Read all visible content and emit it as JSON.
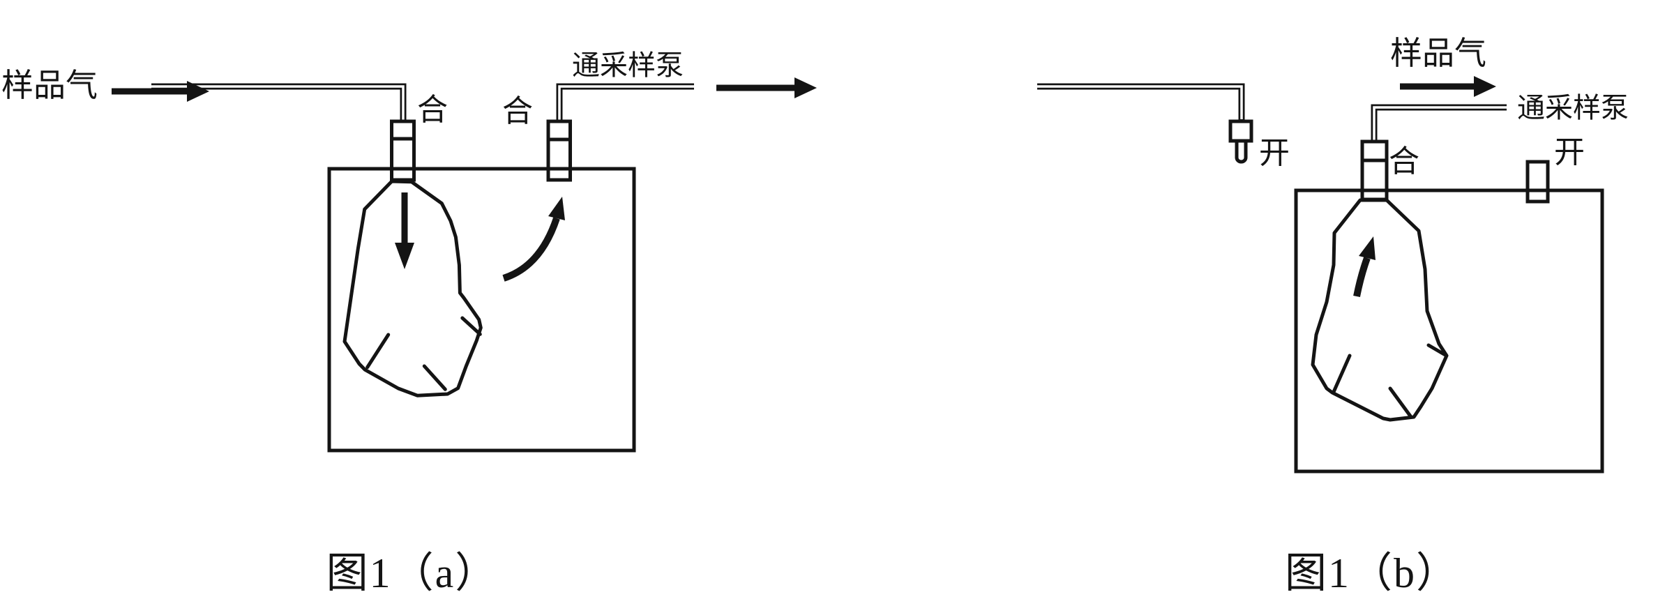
{
  "page": {
    "background": "#ffffff",
    "line_color": "#141414"
  },
  "figure_a": {
    "caption": "图1（a）",
    "sample_gas_label": "样品气",
    "inlet_valve_label": "合",
    "outlet_valve_label": "合",
    "pump_label": "通采样泵"
  },
  "figure_b": {
    "caption": "图1（b）",
    "sample_gas_label": "样品气",
    "disconnected_valve_label": "开",
    "bag_valve_label": "合",
    "vent_valve_label": "开",
    "pump_label": "通采样泵"
  }
}
